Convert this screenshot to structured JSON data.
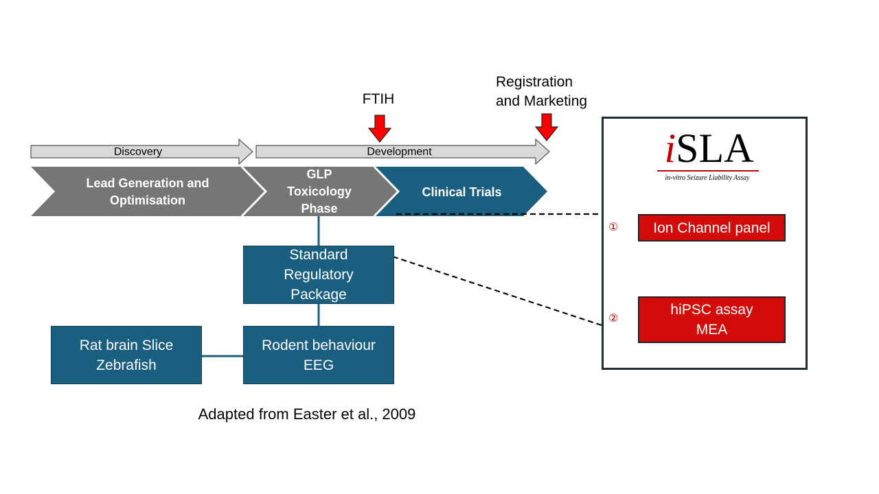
{
  "markers": {
    "ftih": "FTIH",
    "registration_line1": "Registration",
    "registration_line2": "and Marketing"
  },
  "timeline": {
    "discovery": "Discovery",
    "development": "Development"
  },
  "phases": {
    "lead_line1": "Lead Generation and",
    "lead_line2": "Optimisation",
    "glp_line1": "GLP",
    "glp_line2": "Toxicology",
    "glp_line3": "Phase",
    "clinical": "Clinical Trials"
  },
  "boxes": {
    "standard_line1": "Standard",
    "standard_line2": "Regulatory",
    "standard_line3": "Package",
    "rodent_line1": "Rodent behaviour",
    "rodent_line2": "EEG",
    "rat_line1": "Rat brain Slice",
    "rat_line2": "Zebrafish"
  },
  "isla": {
    "logo_i": "i",
    "logo_rest": "SLA",
    "subtitle": "in-vitro Seizure Liability Assay",
    "step1_marker": "①",
    "step1": "Ion Channel panel",
    "step2_marker": "②",
    "step2_line1": "hiPSC assay",
    "step2_line2": "MEA"
  },
  "citation": "Adapted from Easter et al., 2009",
  "colors": {
    "teal": "#1a5e80",
    "gray": "#767676",
    "red": "#d40b0b",
    "arrow_fill": "#d9d9d9"
  }
}
